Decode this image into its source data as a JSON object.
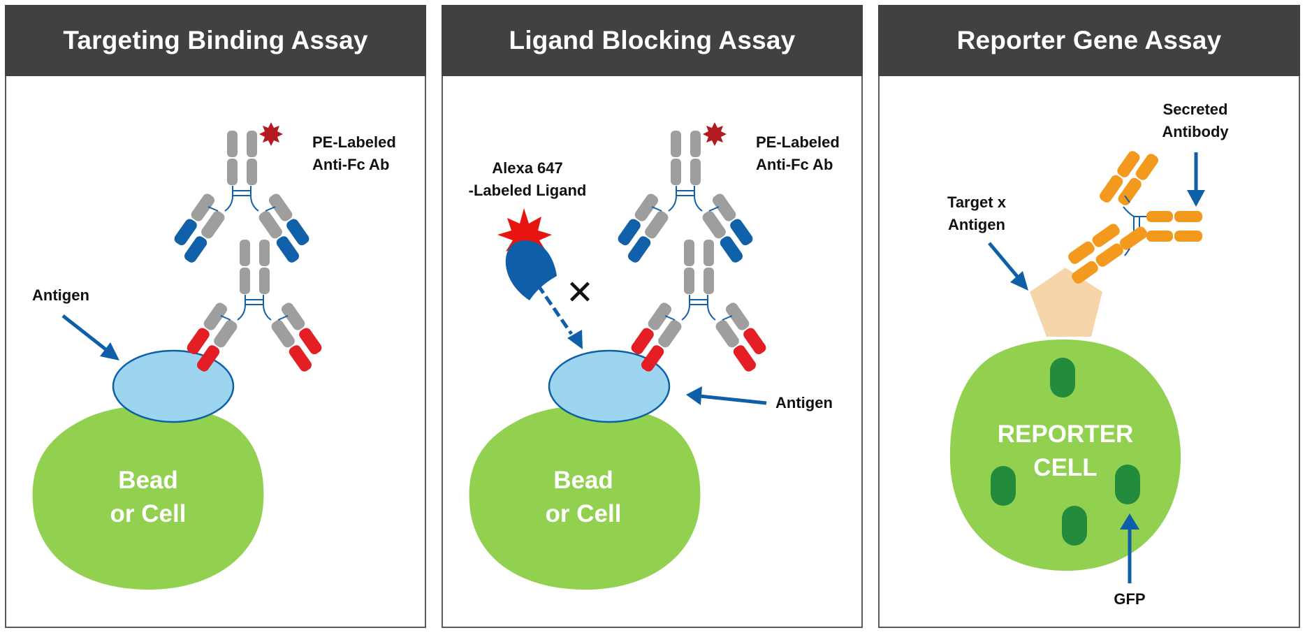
{
  "figure": {
    "panels": [
      {
        "title": "Targeting Binding Assay",
        "labels": {
          "antibody_label_line1": "PE-Labeled",
          "antibody_label_line2": "Anti-Fc Ab",
          "antigen_label": "Antigen",
          "bead_line1": "Bead",
          "bead_line2": "or Cell"
        }
      },
      {
        "title": "Ligand Blocking Assay",
        "labels": {
          "ligand_label_line1": "Alexa 647",
          "ligand_label_line2": "-Labeled Ligand",
          "antibody_label_line1": "PE-Labeled",
          "antibody_label_line2": "Anti-Fc Ab",
          "antigen_label": "Antigen",
          "bead_line1": "Bead",
          "bead_line2": "or Cell",
          "block_mark": "✕"
        }
      },
      {
        "title": "Reporter Gene Assay",
        "labels": {
          "secreted_line1": "Secreted",
          "secreted_line2": "Antibody",
          "target_line1": "Target x",
          "target_line2": "Antigen",
          "cell_line1": "REPORTER",
          "cell_line2": "CELL",
          "gfp_label": "GFP"
        }
      }
    ],
    "colors": {
      "header_bg": "#414143",
      "cell_green": "#92d050",
      "antigen_blue": "#9dd4f0",
      "arrow_blue": "#0e5fa8",
      "antibody_gray": "#9e9e9e",
      "variable_blue": "#1060aa",
      "variable_red": "#e31e24",
      "pe_label_red": "#b5191f",
      "alexa_red": "#e8140f",
      "secreted_orange": "#f39a1e",
      "pentagon_beige": "#f6d5ab",
      "gfp_green": "#238b3c"
    }
  }
}
